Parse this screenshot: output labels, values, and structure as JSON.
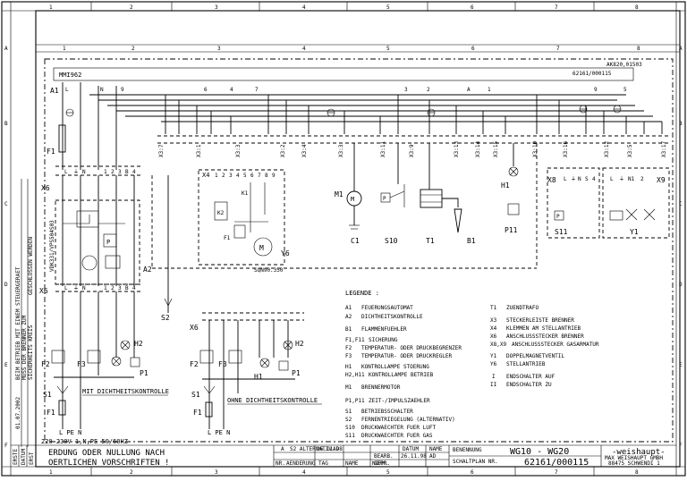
{
  "ruler": {
    "columns": [
      "1",
      "2",
      "3",
      "4",
      "5",
      "6",
      "7",
      "8"
    ],
    "rows": [
      "A",
      "B",
      "C",
      "D",
      "E",
      "F"
    ]
  },
  "header": {
    "left_box": "MMI962",
    "right_ref_1": "AK820,01503",
    "right_ref_2": "62161/000115"
  },
  "components": {
    "a1": "A1",
    "a2": "A2",
    "f1_top": "F1",
    "x6": "X6",
    "x6_b": "X6",
    "x4_top": "X4",
    "x8": "X8",
    "x9": "X9",
    "m1": "M1",
    "c1": "C1",
    "s10": "S10",
    "t1": "T1",
    "b1": "B1",
    "h1": "H1",
    "p11": "P11",
    "s11": "S11",
    "y1": "Y1",
    "y6": "Y6",
    "sqn": "SQN90.350",
    "s2": "S2",
    "k1": "K1",
    "k2": "K2",
    "f1_mid": "F1",
    "vdk": "VDK331/VPS504S03"
  },
  "connectors": [
    "X3:7",
    "X3:1",
    "X3:3",
    "X3:2",
    "X3:4",
    "X3:3",
    "X3:11",
    "X3:9",
    "X3:13",
    "X3:14",
    "X3:15",
    "X3:10",
    "X3:16",
    "X3:12",
    "X3:5",
    "X3:17"
  ],
  "wire_numbers": [
    "L",
    "N",
    "9",
    "6",
    "4",
    "7",
    "3",
    "2",
    "A",
    "1",
    "9",
    "5"
  ],
  "legend": {
    "title": "LEGENDE :",
    "left": [
      {
        "code": "A1",
        "text": "FEUERUNGSAUTOMAT"
      },
      {
        "code": "A2",
        "text": "DICHTHEITSKONTROLLE"
      },
      {
        "code": "B1",
        "text": "FLAMMENFUEHLER"
      },
      {
        "code": "F1,F11",
        "text": "SICHERUNG"
      },
      {
        "code": "F2",
        "text": "TEMPERATUR- ODER DRUCKBEGRENZER"
      },
      {
        "code": "F3",
        "text": "TEMPERATUR- ODER DRUCKREGLER"
      },
      {
        "code": "H1",
        "text": "KONTROLLAMPE STOERUNG"
      },
      {
        "code": "H2,H11",
        "text": "KONTROLLAMPE BETRIEB"
      },
      {
        "code": "M1",
        "text": "BRENNERMOTOR"
      },
      {
        "code": "P1,P11",
        "text": "ZEIT-/IMPULSZAEHLER"
      },
      {
        "code": "S1",
        "text": "BETRIEBSSCHALTER"
      },
      {
        "code": "S2",
        "text": "FERNENTRIEGELUNG (ALTERNATIV)"
      },
      {
        "code": "S10",
        "text": "DRUCKWAECHTER FUER LUFT"
      },
      {
        "code": "S11",
        "text": "DRUCKWAECHTER FUER GAS"
      }
    ],
    "right": [
      {
        "code": "T1",
        "text": "ZUENDTRAFO"
      },
      {
        "code": "X3",
        "text": "STECKERLEISTE BRENNER"
      },
      {
        "code": "X4",
        "text": "KLEMMEN AM STELLANTRIEB"
      },
      {
        "code": "X6",
        "text": "ANSCHLUSSSTECKER BRENNER"
      },
      {
        "code": "X8,X9",
        "text": "ANSCHLUSSSTECKER GASARMATUR"
      },
      {
        "code": "Y1",
        "text": "DOPPELMAGNETVENTIL"
      },
      {
        "code": "Y6",
        "text": "STELLANTRIEB"
      },
      {
        "code": "I",
        "text": "ENDSCHALTER AUF"
      },
      {
        "code": "II",
        "text": "ENDSCHALTER ZU"
      }
    ]
  },
  "lower_left": {
    "caption_with": "MIT DICHTHEITSKONTROLLE",
    "supply": "220-230V 1,N,PE 50/60HZ",
    "lpen": "L PE N",
    "labels": [
      "F2",
      "F3",
      "S1",
      "F1",
      "H2",
      "P1"
    ]
  },
  "lower_mid": {
    "caption_without": "OHNE DICHTHEITSKONTROLLE",
    "lpen": "L PE N",
    "labels": [
      "X6",
      "F2",
      "F3",
      "S1",
      "F1",
      "H2",
      "P1",
      "H1"
    ]
  },
  "side_note": [
    "BEIM BETRIEB MIT EINEM STEUERGERAET",
    "MUSS DER BRENNER ZUM",
    "SICHERHEITS KREIS",
    "GESCHLOSSEN WERDEN"
  ],
  "side_date": "01.07.2002",
  "footer": {
    "note_line1": "ERDUNG ODER NULLUNG NACH",
    "note_line2": "OERTLICHEN VORSCHRIFTEN !",
    "rev_a": "A",
    "rev_a_text": "S2 ALTERNATIV",
    "rev_a_date": "26.11.98",
    "rev_a_name": "AD",
    "rev_col_nr": "NR.",
    "rev_col_change": "AENDERUNG",
    "rev_col_date": "TAG",
    "rev_col_name": "NAME",
    "rev_col_norm": "NORM.",
    "datum_label": "DATUM",
    "name_label": "NAME",
    "bearb": "BEARB.",
    "gepr": "GEPR.",
    "bearb_date": "26.11.98",
    "bearb_name": "AD",
    "benennung_label": "BENENNUNG",
    "title": "WG10 - WG20",
    "schaltplan_label": "SCHALTPLAN NR.",
    "drawing_no": "62161/000115",
    "company": "-weishaupt-",
    "company_sub1": "MAX WEISHAUPT GMBH",
    "company_sub2": "88475 SCHWENDI 1",
    "left_col": [
      "ERSTE",
      "DATUM",
      "ERST"
    ]
  }
}
